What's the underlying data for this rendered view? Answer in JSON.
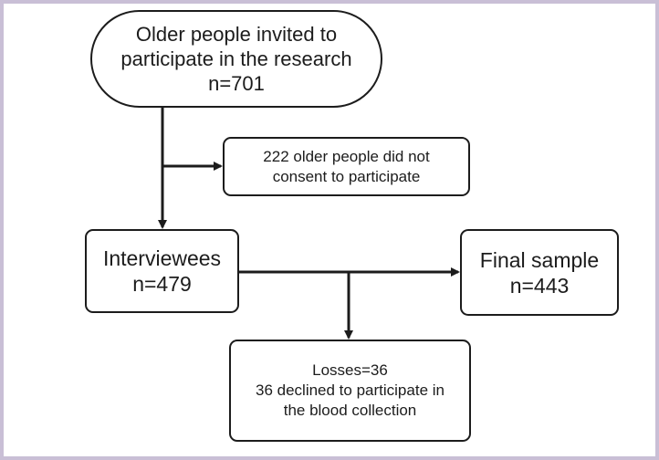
{
  "diagram": {
    "nodes": {
      "invited": {
        "lines": [
          "Older people invited to",
          "participate in the research",
          "n=701"
        ]
      },
      "no_consent": {
        "lines": [
          "222 older people did not",
          "consent to participate"
        ]
      },
      "interviewees": {
        "lines": [
          "Interviewees",
          "n=479"
        ]
      },
      "final_sample": {
        "lines": [
          "Final sample",
          "n=443"
        ]
      },
      "losses": {
        "lines": [
          "Losses=36",
          "36 declined to participate in",
          "the blood collection"
        ]
      }
    },
    "edges": [
      {
        "from": "invited",
        "to": "no_consent"
      },
      {
        "from": "invited",
        "to": "interviewees"
      },
      {
        "from": "interviewees",
        "to": "final_sample"
      },
      {
        "from": "interviewees",
        "to": "losses"
      }
    ],
    "colors": {
      "frame": "#c9bfd6",
      "stroke": "#1c1c1c",
      "background": "#ffffff"
    }
  }
}
